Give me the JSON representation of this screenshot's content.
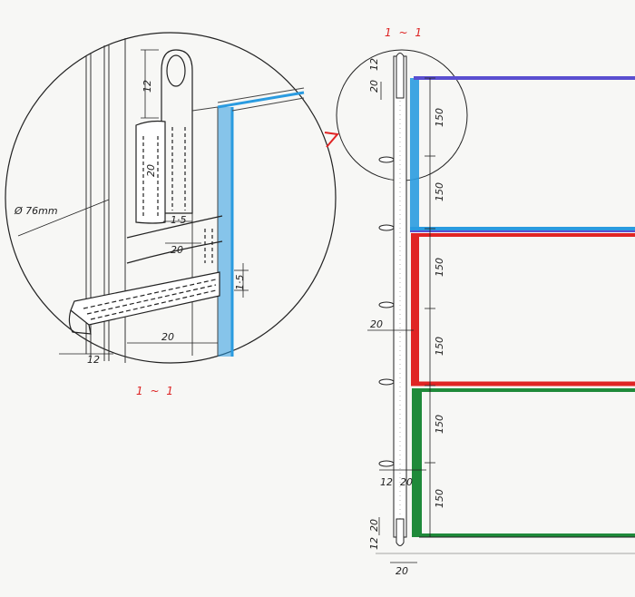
{
  "scale_detail": "1 ~ 1",
  "scale_top": "1 ~ 1",
  "detail": {
    "diameter": "Ø 76mm",
    "d_12": "12",
    "d_20_top": "20",
    "d_1_5_top": "1·5",
    "d_20_mid": "20",
    "d_1_5_right": "1·5",
    "d_20_bottom": "20",
    "d_12_bottom": "12"
  },
  "elevation": {
    "top_20": "20",
    "top_12": "12",
    "left_20": "20",
    "right_dims": [
      "150",
      "150",
      "150",
      "150",
      "150",
      "150"
    ],
    "bottom_12a": "12",
    "bottom_20a": "20",
    "bottom_20b": "20",
    "bottom_12b": "12",
    "bottom_20c": "20"
  },
  "colors": {
    "blue": "#2a9be0",
    "red": "#e02424",
    "green": "#1f8a3a",
    "violet": "#5a4fd0",
    "ink": "#222222"
  }
}
